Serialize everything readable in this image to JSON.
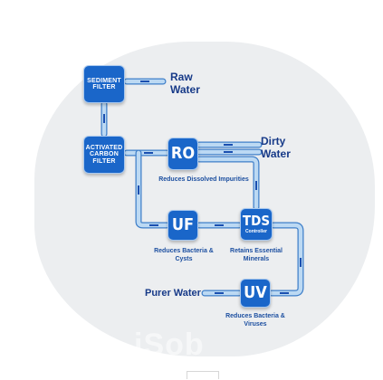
{
  "stages": {
    "sediment": {
      "label": "SEDIMENT FILTER"
    },
    "carbon": {
      "label": "ACTIVATED CARBON FILTER"
    },
    "ro": {
      "label": "RO",
      "caption": "Reduces Dissolved Impurities"
    },
    "uf": {
      "label": "UF",
      "caption": "Reduces Bacteria & Cysts"
    },
    "tds": {
      "label": "TDS",
      "sub": "Controller",
      "caption": "Retains Essential Minerals"
    },
    "uv": {
      "label": "UV",
      "caption": "Reduces Bacteria & Viruses"
    }
  },
  "flows": {
    "raw_water": "Raw Water",
    "dirty_water": "Dirty Water",
    "purer_water": "Purer Water"
  },
  "watermark": "iSob",
  "colors": {
    "box": "#1a66c9",
    "pipe": "#bcd9f3",
    "pipe_border": "#3f7fc9",
    "text": "#1c4fa0"
  }
}
